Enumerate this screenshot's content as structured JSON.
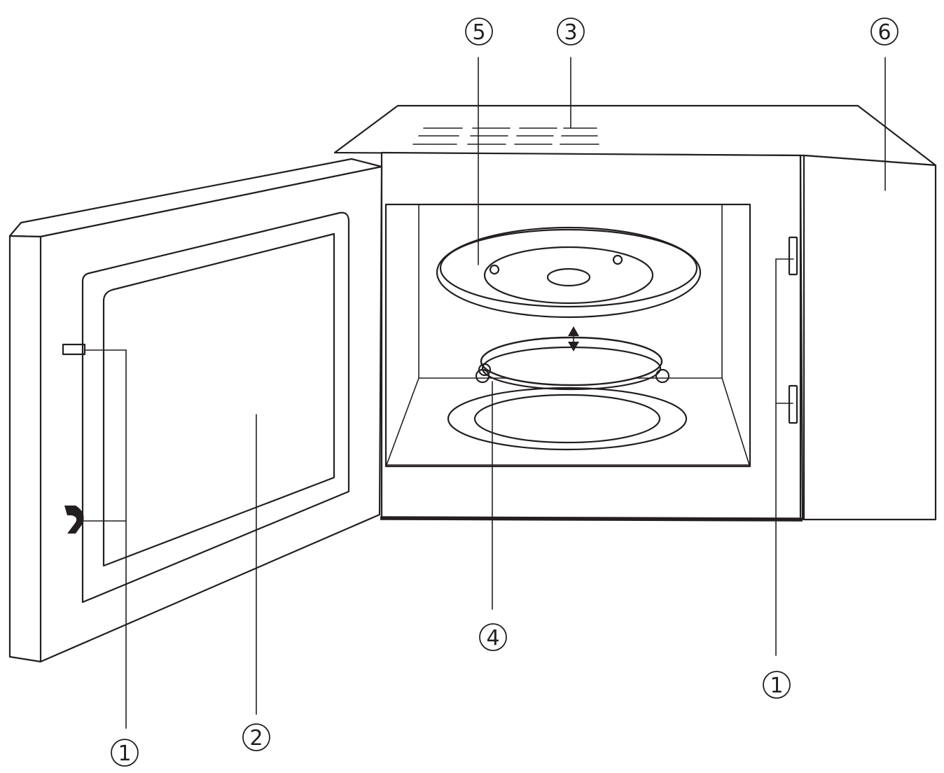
{
  "callouts": [
    {
      "id": "door-latch-left",
      "label": "1"
    },
    {
      "id": "door-window",
      "label": "2"
    },
    {
      "id": "waveguide-vent",
      "label": "3"
    },
    {
      "id": "roller-ring",
      "label": "4"
    },
    {
      "id": "turntable-tray",
      "label": "5"
    },
    {
      "id": "control-panel",
      "label": "6"
    },
    {
      "id": "door-latch-right",
      "label": "1"
    }
  ],
  "colors": {
    "line": "#231f20",
    "background": "#ffffff"
  }
}
